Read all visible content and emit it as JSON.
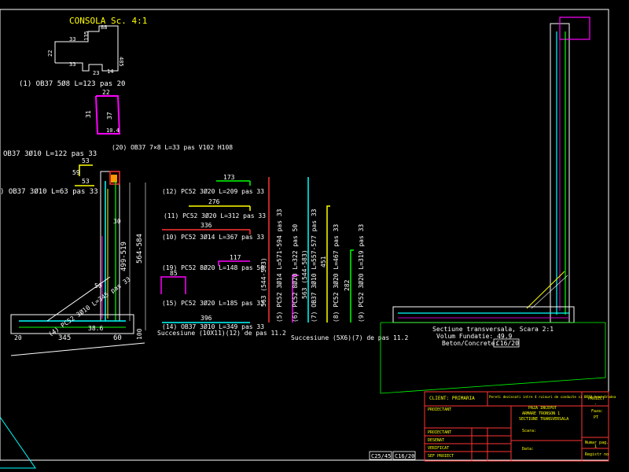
{
  "drawing": {
    "console_title": "CONSOLA Sc. 4:1",
    "console_dims": [
      "88",
      "33",
      "135",
      "22",
      "485",
      "33",
      "14",
      "23"
    ],
    "bar_labels": {
      "b1": "(1) OB37 5Ø8 L=123 pas 20",
      "b20": "(20) OB37 7×8 L=33 pas V102 H108",
      "b_l122": "OB37 3Ø10 L=122 pas 33",
      "b_l63": ") OB37 3Ø10 L=63 pas 33",
      "b12": "(12) PC52 3Ø20 L=209 pas 33",
      "b11": "(11) PC52 3Ø20 L=312 pas 33",
      "b10": "(10) PC52 3Ø14 L=367 pas 33",
      "b19": "(19) PC52 8Ø20 L=148 pas 50",
      "b15": "(15) PC52 3Ø20 L=185 pas 33",
      "b14": "(14) OB37 3Ø10 L=349 pas 33",
      "succ1": "Succesiune (10X11)(12) de pas 11.2",
      "succ2": "Succesiune (5X6)(7) de pas 11.2",
      "v5": "(5) PC52 3Ø14 L=571-594 pas 33",
      "v6": "(6) PC52 8Ø20 L=322 pas 50",
      "v7": "(7) OB37 3Ø10 L=557-577 pas 33",
      "v8": "(8) PC52 3Ø20 L=467 pas 33",
      "v9": "(9) PC52 3Ø20 L=319 pas 33",
      "v_dim1": "563 (544-583)",
      "v_dim2": "563 (544-583)",
      "v_dim3": "451",
      "v_dim4": "282",
      "wall_dim1": "499-519",
      "wall_dim2": "564-584",
      "diag": "(4) PC52 3Ø10 L=345 pas 33"
    },
    "dims": {
      "d173": "173",
      "d276": "276",
      "d336": "336",
      "d117": "117",
      "d85": "85",
      "d396": "396",
      "d53a": "53",
      "d59": "59",
      "d53b": "53",
      "d30": "30",
      "d31": "31",
      "d37": "37",
      "d22": "22",
      "d104": "10.4",
      "d345": "345",
      "d60": "60",
      "d20": "20",
      "d100": "100",
      "d386": "38.6",
      "d50": "50"
    },
    "section": {
      "line1": "Sectiune transversala, Scara 2:1",
      "line2": "Volum Fundatie: 49.9",
      "line3": "Beton/Concrete:",
      "concrete_class": "C16/20"
    },
    "bottom_tags": [
      "C25/45",
      "C16/20"
    ]
  },
  "title_block": {
    "client_label": "CLIENT: PRIMARIA",
    "project_desc": "Pereti dezinsati intre 4 ruinuri de conducte si BR70 Arad-Oradea",
    "sub1": "PAZA INCEPUT",
    "sub2": "ARMARE TRONSON 1",
    "sub3": "SECTIUNE TRANSVERSALA",
    "proiect_label": "PROIECT",
    "proiect_val": "-",
    "faza_label": "Faza:",
    "faza_val": "PT",
    "proiectant_top": "PROIECTANT",
    "rows": [
      "PROIECTANT",
      "DESENAT",
      "VERIFICAT",
      "SEF PROIECT"
    ],
    "scara_label": "Scara:",
    "data_label": "Data:",
    "numar_label": "Numar pag.",
    "numar_val": "1",
    "registru_label": "Registr no"
  }
}
